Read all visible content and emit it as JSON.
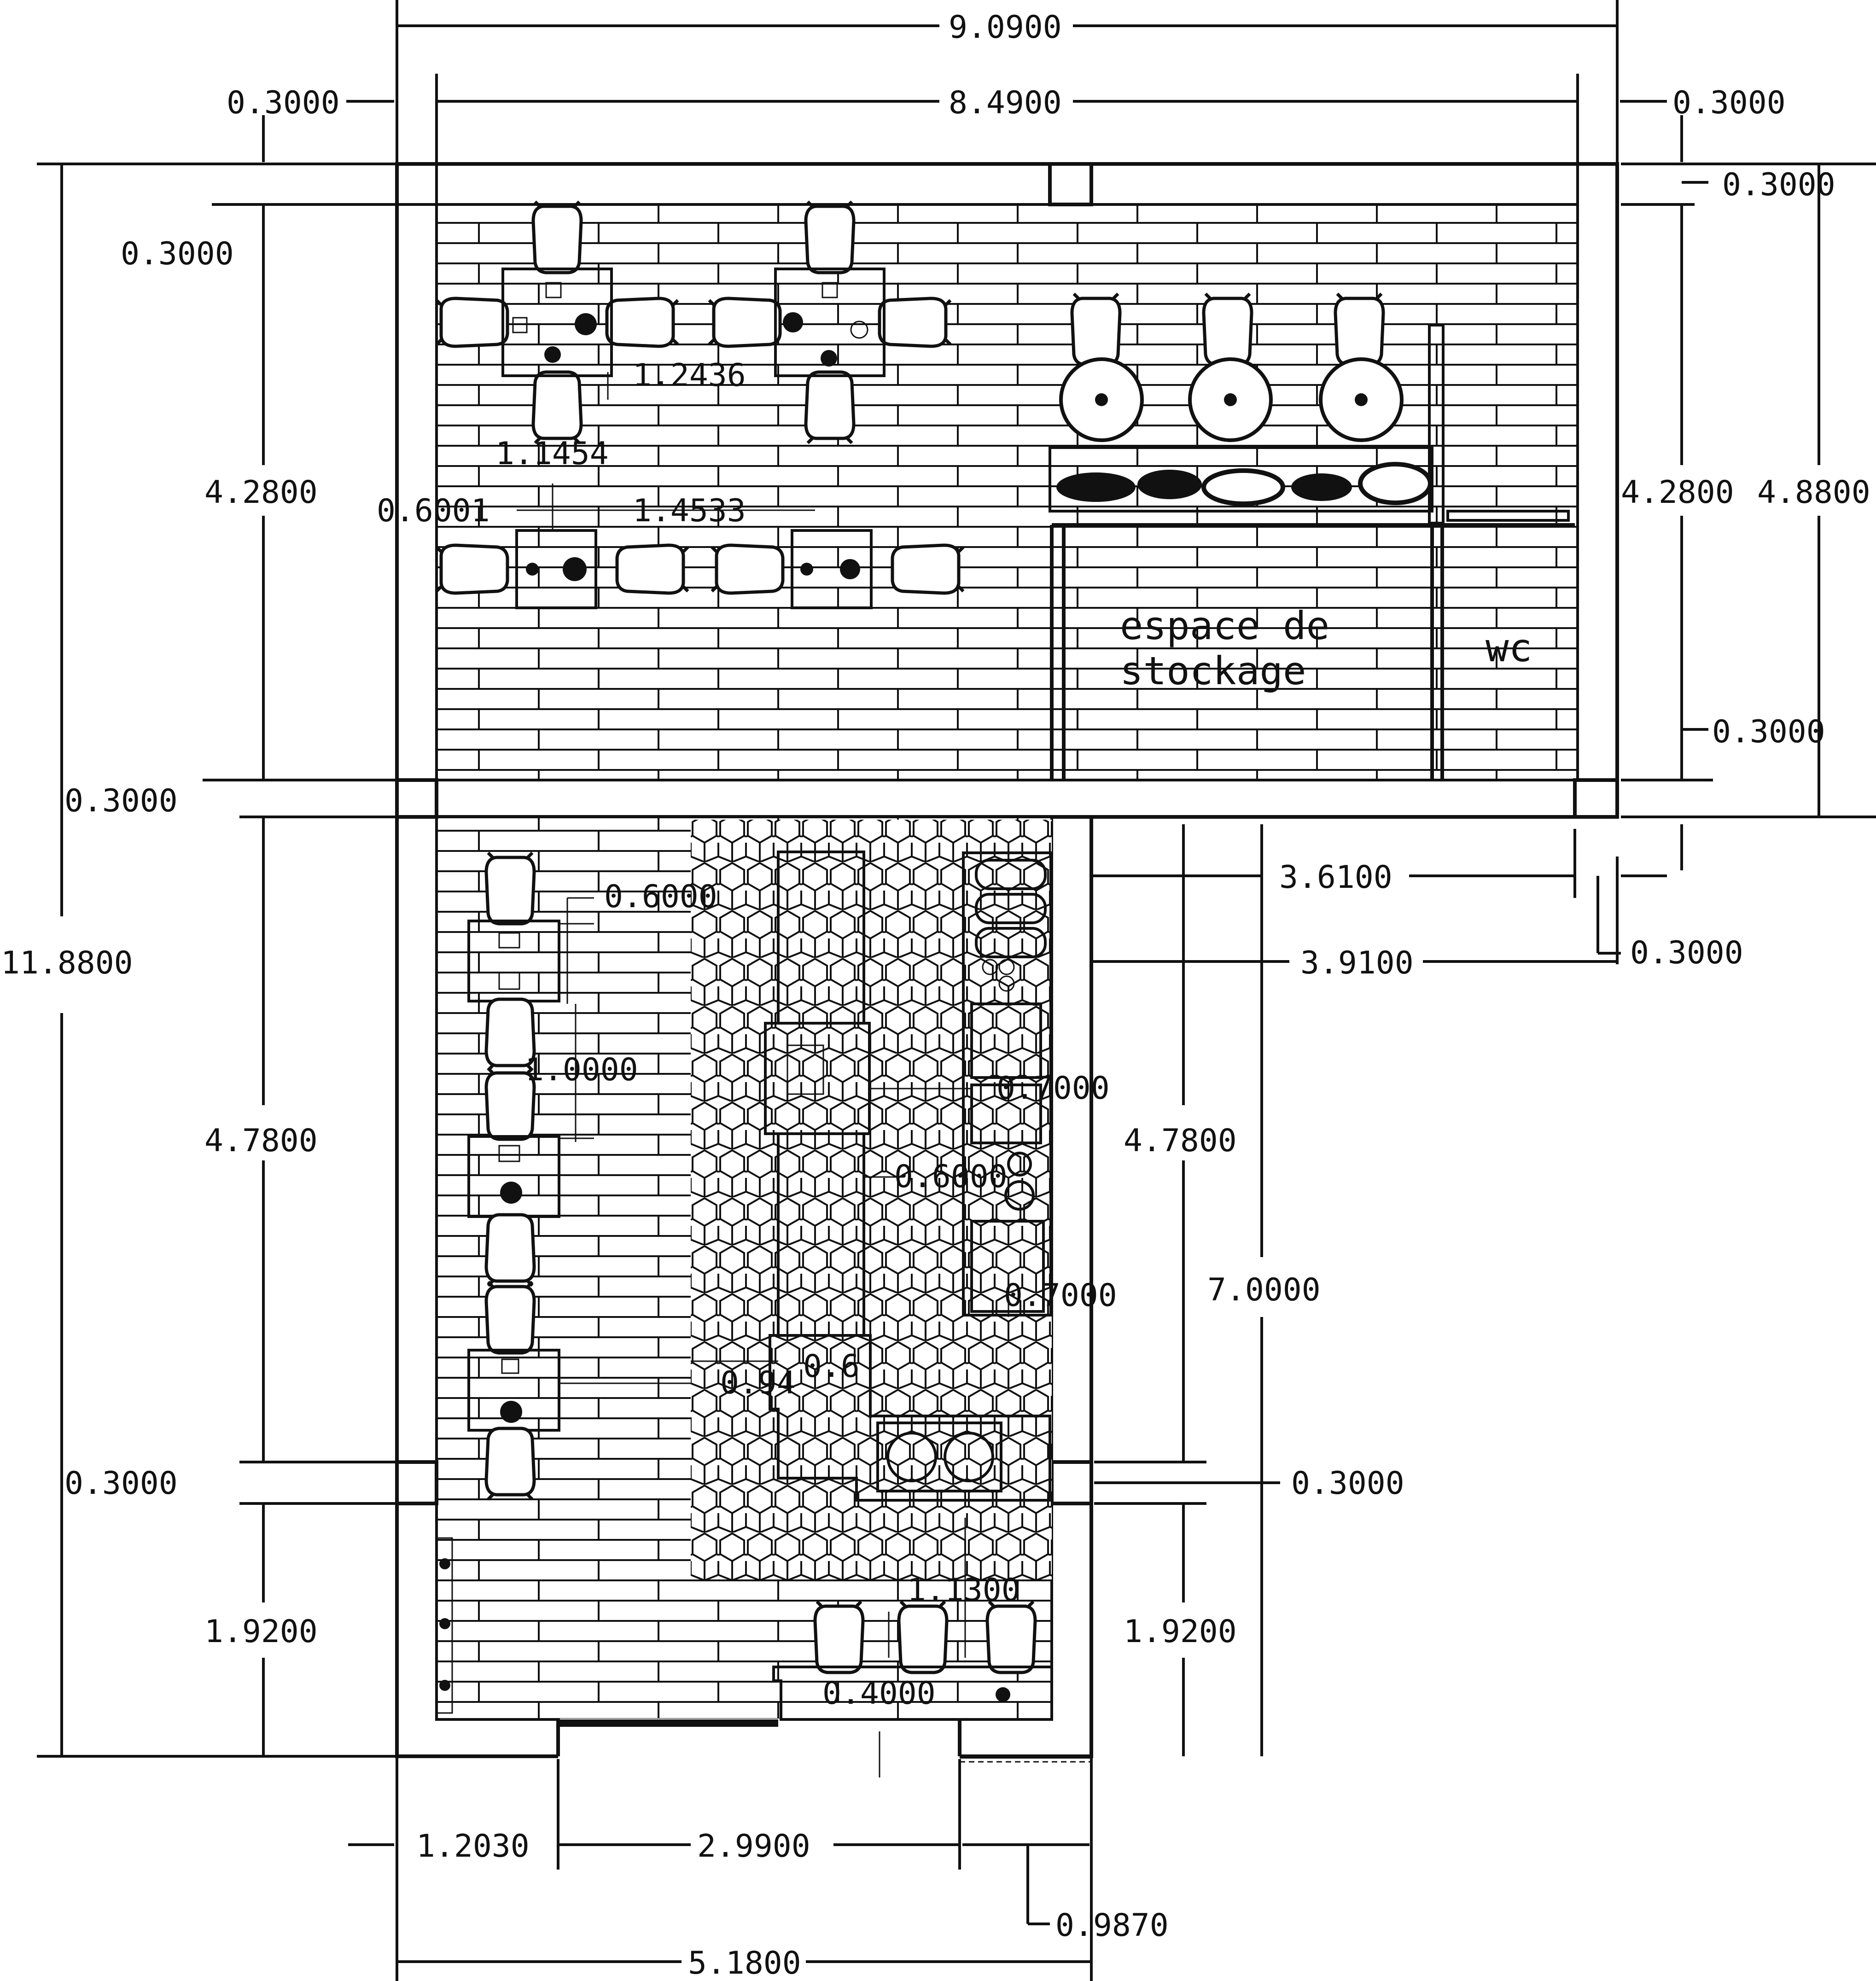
{
  "rooms": {
    "storage": [
      "espace de",
      "stockage"
    ],
    "wc": "wc"
  },
  "dims": {
    "top_total": "9.0900",
    "top_inner": "8.4900",
    "top_left_wall": "0.3000",
    "top_right_wall": "0.3000",
    "right_top_wall": "0.3000",
    "left_top_wall": "0.3000",
    "left_upper_height": "4.2800",
    "right_upper_height": "4.2800",
    "right_upper_total": "4.8800",
    "table_gap_a": "1.2436",
    "table_gap_b": "1.1454",
    "table_gap_c": "0.6001",
    "table_gap_d": "1.4533",
    "left_mid_wall": "0.3000",
    "right_mid_wall": "0.3000",
    "offset_3610": "3.6100",
    "offset_3910": "3.9100",
    "right_step_wall": "0.3000",
    "left_lower_height": "4.7800",
    "right_lower_height": "4.7800",
    "right_lower_total": "7.0000",
    "bench_gap": "0.6000",
    "bench_spacing": "1.0000",
    "counter_gap_a": "0.7000",
    "counter_gap_b": "0.6000",
    "counter_gap_c": "0.7000",
    "island_width": "0.6",
    "aisle": "0.94",
    "left_low_wall": "0.3000",
    "right_low_wall": "0.3000",
    "left_bottom_height": "1.9200",
    "right_bottom_height": "1.9200",
    "bar_gap": "1.1300",
    "bar_depth": "0.4000",
    "bottom_left": "1.2030",
    "bottom_door": "2.9900",
    "bottom_right": "0.9870",
    "bottom_total": "5.1800"
  }
}
